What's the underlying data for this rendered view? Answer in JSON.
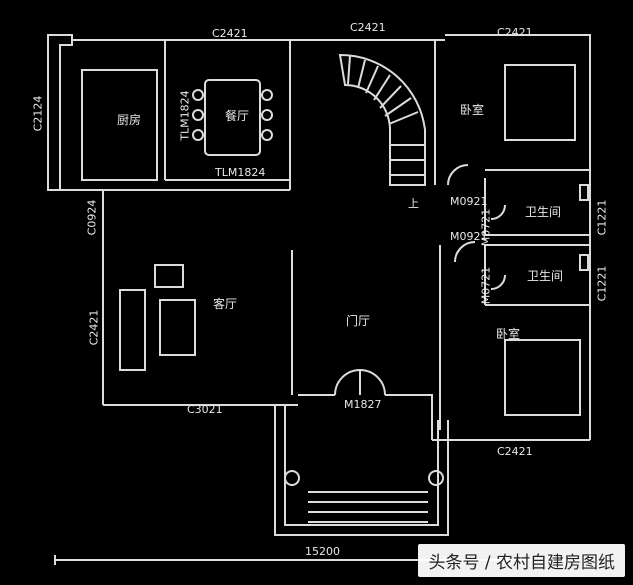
{
  "rooms": {
    "kitchen": "厨房",
    "dining": "餐厅",
    "bedroom_top": "卧室",
    "bathroom_1": "卫生间",
    "bathroom_2": "卫生间",
    "living": "客厅",
    "foyer": "门厅",
    "bedroom_bottom": "卧室"
  },
  "labels": {
    "win_top_left": "C2421",
    "win_top_mid": "C2421",
    "win_top_right": "C2421",
    "win_left_kitchen": "C2124",
    "tlm_vertical": "TLM1824",
    "tlm_horizontal": "TLM1824",
    "win_c0924": "C0924",
    "win_left_living": "C2421",
    "win_bottom_living": "C3021",
    "door_entry": "M1827",
    "win_bottom_right": "C2421",
    "door_m0921_a": "M0921",
    "door_m0921_b": "M0921",
    "door_m0721_a": "M0721",
    "door_m0721_b": "M0721",
    "win_c1221_a": "C1221",
    "win_c1221_b": "C1221",
    "stair_up": "上",
    "total_width": "15200"
  },
  "watermark": "头条号 / 农村自建房图纸"
}
